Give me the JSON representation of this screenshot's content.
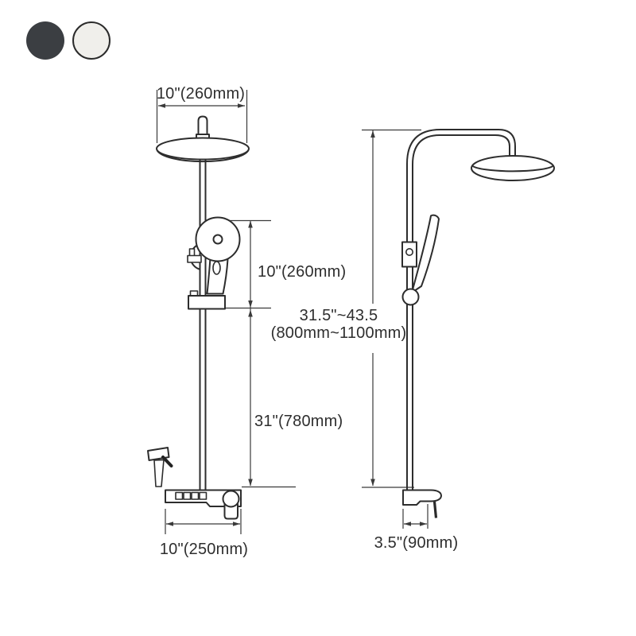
{
  "product": {
    "color_options": [
      {
        "name": "dark-gray",
        "hex": "#3b3e42"
      },
      {
        "name": "white",
        "hex": "#f0efeb"
      }
    ]
  },
  "front_view": {
    "head_width_label": "10\"(260mm)",
    "hand_shower_height_label": "10\"(260mm)",
    "pipe_height_label": "31\"(780mm)",
    "base_width_label": "10\"(250mm)"
  },
  "side_view": {
    "height_range_label_line1": "31.5\"~43.5",
    "height_range_label_line2": "(800mm~1100mm)",
    "base_depth_label": "3.5\"(90mm)"
  }
}
